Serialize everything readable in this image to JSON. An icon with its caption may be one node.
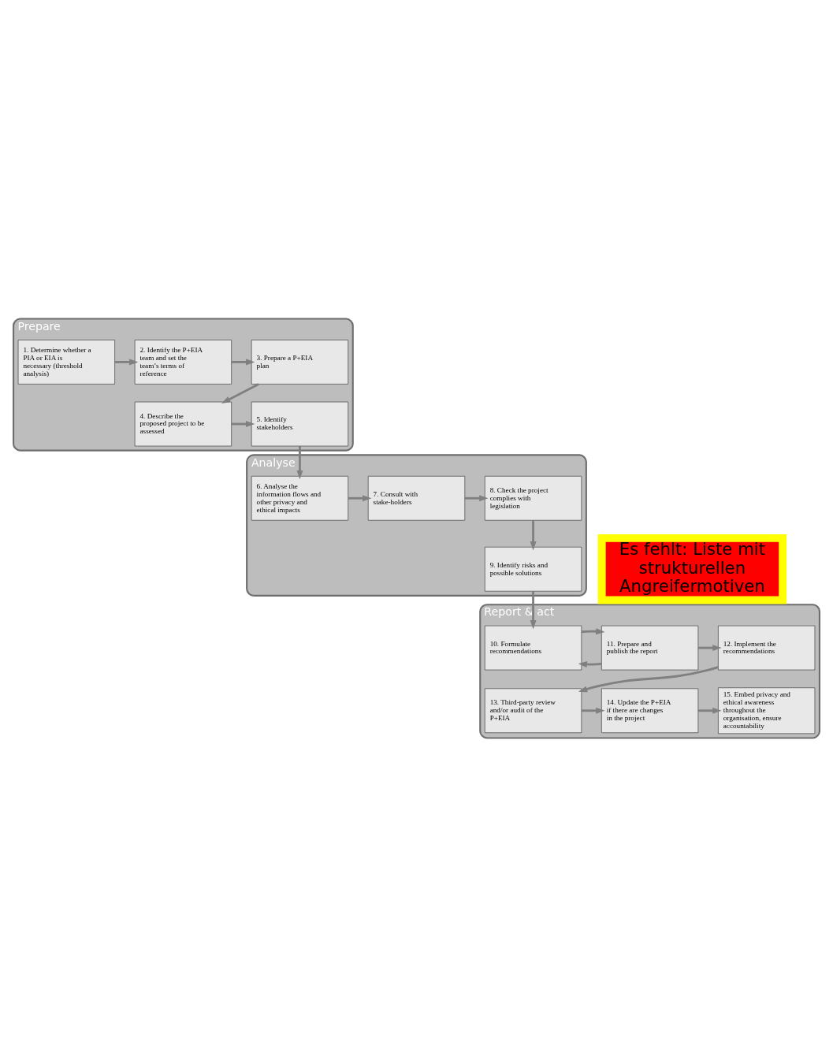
{
  "diagram": {
    "nodes": [
      {
        "text": [
          "Prepare"
        ]
      },
      {
        "text": [
          "1. Determine whether a PIA or EIA is necessary (threshold analysis)"
        ],
        "in": 0
      },
      {
        "text": [
          "2. Identify the P+EIA team and set the team’s terms of reference"
        ],
        "in": 0
      },
      {
        "text": [
          "3. Prepare a P+EIA plan"
        ],
        "in": 0
      },
      {
        "text": [
          "4. Describe the proposed project to be assessed"
        ],
        "in": 0
      },
      {
        "text": [
          "5. Identify stakeholders"
        ],
        "in": 0
      },
      {
        "text": [
          "Analyse"
        ]
      },
      {
        "text": [
          "6. Analyse the information flows and other privacy and ethical impacts"
        ],
        "in": 6
      },
      {
        "text": [
          "7. Consult with stake-holders"
        ],
        "in": 6
      },
      {
        "text": [
          "8. Check the project complies with legislation"
        ],
        "in": 6
      },
      {
        "text": [
          "9. Identify risks and possible solutions"
        ],
        "in": 6
      },
      {
        "text": [
          "Report & act"
        ]
      },
      {
        "text": [
          "10. Formulate recommendations"
        ],
        "in": 11
      },
      {
        "text": [
          "11. Prepare and publish the report"
        ],
        "in": 11
      },
      {
        "text": [
          "12. Implement the recommendations"
        ],
        "in": 11
      },
      {
        "text": [
          "13. Third-party review and/or audit of the P+EIA"
        ],
        "in": 11
      },
      {
        "text": [
          "14. Update the P+EIA if there are changes in the project"
        ],
        "in": 11
      },
      {
        "text": [
          "15. Embed privacy and ethical awareness throughout the organisation, ensure accountability"
        ],
        "in": 11
      },
      {
        "text": [
          "Es fehlt: Liste mit strukturellen Angreifermotiven"
        ]
      }
    ],
    "edges": [
      {
        "from": 1,
        "to": 2,
        "arrow": "to"
      },
      {
        "from": 2,
        "to": 3,
        "arrow": "to"
      },
      {
        "from": 3,
        "to": 4,
        "arrow": "to"
      },
      {
        "from": 4,
        "to": 5,
        "arrow": "to"
      },
      {
        "from": 5,
        "to": 7,
        "arrow": "to"
      },
      {
        "from": 7,
        "to": 8,
        "arrow": "to"
      },
      {
        "from": 8,
        "to": 9,
        "arrow": "to"
      },
      {
        "from": 9,
        "to": 10,
        "arrow": "to"
      },
      {
        "from": 10,
        "to": 12,
        "arrow": "to"
      },
      {
        "from": 13,
        "to": 12,
        "arrow": "to"
      },
      {
        "from": 12,
        "to": 13,
        "arrow": "to"
      },
      {
        "from": 13,
        "to": 14,
        "arrow": "to"
      },
      {
        "from": 14,
        "to": 15,
        "arrow": "to"
      },
      {
        "from": 15,
        "to": 16,
        "arrow": "to"
      },
      {
        "from": 16,
        "to": 17,
        "arrow": "to"
      }
    ]
  }
}
